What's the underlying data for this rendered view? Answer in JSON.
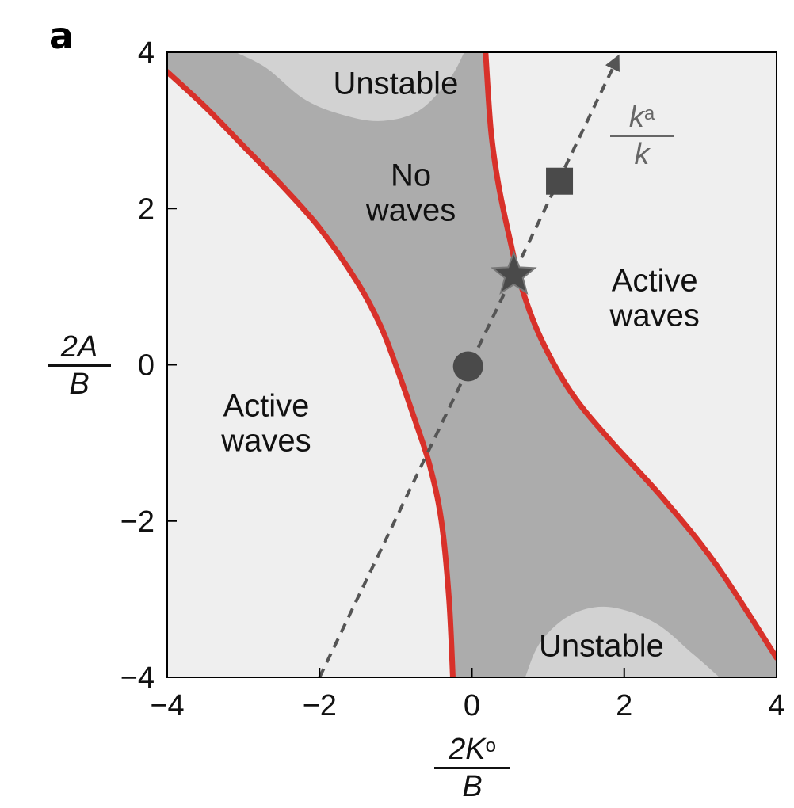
{
  "panel_label": "a",
  "chart_data": {
    "type": "phase-diagram",
    "xlim": [
      -4,
      4
    ],
    "ylim": [
      -4,
      4
    ],
    "x_ticks": [
      -4,
      -2,
      0,
      2,
      4
    ],
    "y_ticks": [
      -4,
      -2,
      0,
      2,
      4
    ],
    "x_tick_labels": [
      "−4",
      "−2",
      "0",
      "2",
      "4"
    ],
    "y_tick_labels": [
      "−4",
      "−2",
      "0",
      "2",
      "4"
    ],
    "xlabel": {
      "numerator": "2K",
      "superscript": "o",
      "denominator": "B"
    },
    "ylabel": {
      "numerator": "2A",
      "denominator": "B"
    },
    "regions": [
      {
        "label_lines": [
          "Unstable"
        ],
        "x": -1.0,
        "y": 3.6
      },
      {
        "label_lines": [
          "No",
          "waves"
        ],
        "x": -0.8,
        "y": 2.2
      },
      {
        "label_lines": [
          "Active",
          "waves"
        ],
        "x": 2.4,
        "y": 0.85
      },
      {
        "label_lines": [
          "Active",
          "waves"
        ],
        "x": -2.7,
        "y": -0.75
      },
      {
        "label_lines": [
          "Unstable"
        ],
        "x": 1.7,
        "y": -3.6
      }
    ],
    "boundary_curves": [
      {
        "points": [
          [
            -4,
            3.75
          ],
          [
            -3.5,
            3.3
          ],
          [
            -3,
            2.8
          ],
          [
            -2.5,
            2.3
          ],
          [
            -2,
            1.75
          ],
          [
            -1.5,
            1.05
          ],
          [
            -1.2,
            0.5
          ],
          [
            -1.0,
            0.0
          ],
          [
            -0.75,
            -0.7
          ],
          [
            -0.55,
            -1.3
          ],
          [
            -0.4,
            -2.0
          ],
          [
            -0.3,
            -3.0
          ],
          [
            -0.25,
            -4.0
          ]
        ]
      },
      {
        "points": [
          [
            0.18,
            4.0
          ],
          [
            0.25,
            3.0
          ],
          [
            0.35,
            2.3
          ],
          [
            0.5,
            1.6
          ],
          [
            0.65,
            1.0
          ],
          [
            0.9,
            0.35
          ],
          [
            1.3,
            -0.35
          ],
          [
            1.8,
            -0.95
          ],
          [
            2.5,
            -1.7
          ],
          [
            3.2,
            -2.55
          ],
          [
            4.0,
            -3.75
          ]
        ]
      }
    ],
    "unstable_regions": [
      {
        "points": [
          [
            -3.1,
            4.0
          ],
          [
            -2.7,
            3.8
          ],
          [
            -2.2,
            3.4
          ],
          [
            -1.7,
            3.2
          ],
          [
            -1.2,
            3.12
          ],
          [
            -0.7,
            3.25
          ],
          [
            -0.3,
            3.65
          ],
          [
            -0.1,
            4.0
          ]
        ]
      },
      {
        "points": [
          [
            0.7,
            -4.0
          ],
          [
            0.9,
            -3.55
          ],
          [
            1.3,
            -3.2
          ],
          [
            1.8,
            -3.1
          ],
          [
            2.4,
            -3.3
          ],
          [
            2.9,
            -3.7
          ],
          [
            3.25,
            -4.0
          ]
        ]
      }
    ],
    "dashed_line": {
      "from": [
        -2.0,
        -4.0
      ],
      "to": [
        1.9,
        3.9
      ],
      "arrow": true,
      "label": {
        "numerator": "k",
        "superscript": "a",
        "denominator": "k"
      }
    },
    "markers": [
      {
        "shape": "circle",
        "x": -0.05,
        "y": -0.02
      },
      {
        "shape": "star",
        "x": 0.55,
        "y": 1.15
      },
      {
        "shape": "square",
        "x": 1.15,
        "y": 2.35
      }
    ],
    "colors": {
      "no_waves_region": "#acacac",
      "active_region": "#efefef",
      "unstable_region": "#d2d2d2",
      "boundary": "#d8312a",
      "markers": "#4a4a4a",
      "dashed_line": "#555555"
    }
  }
}
